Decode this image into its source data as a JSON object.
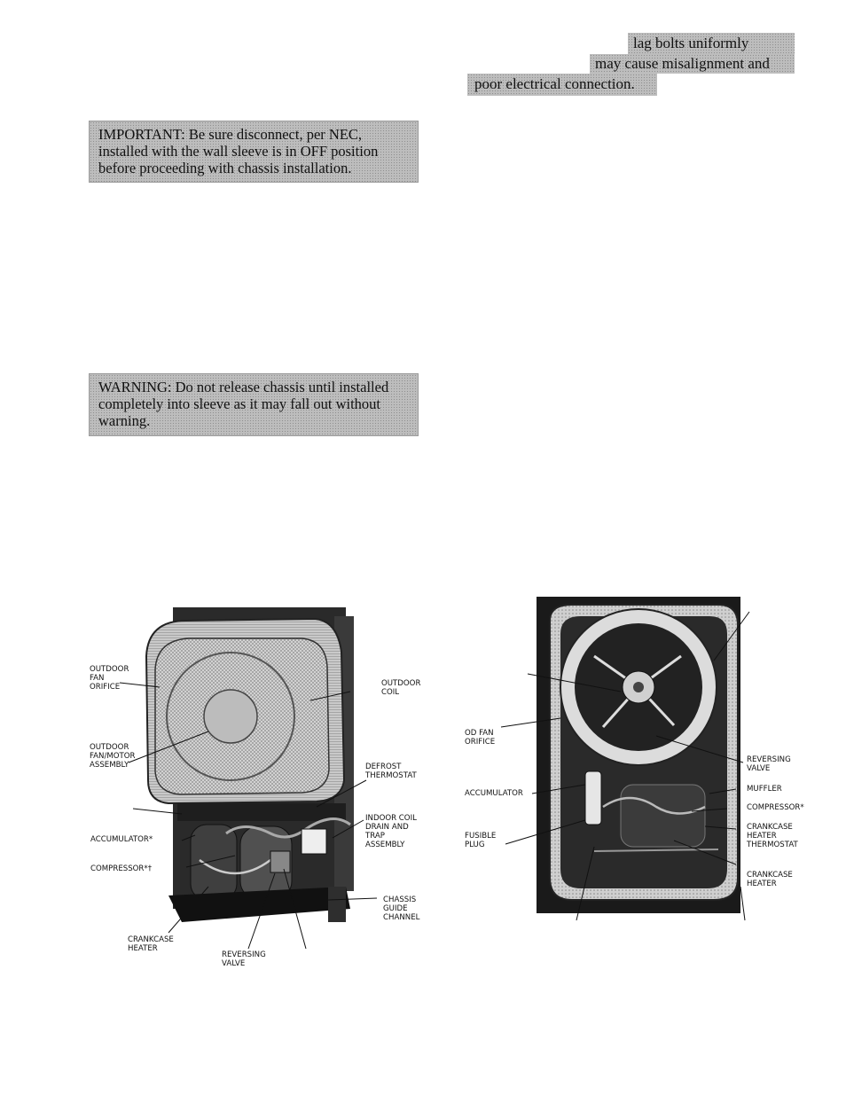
{
  "top_right_note": {
    "line1": "lag bolts uniformly",
    "line2": "may cause misalignment and",
    "line3": "poor electrical connection."
  },
  "important_box": {
    "text": "IMPORTANT: Be sure disconnect, per NEC, installed with the wall sleeve is in OFF position before proceeding with chassis installation."
  },
  "warning_box": {
    "text": "WARNING: Do not release chassis until installed completely into sleeve as it may fall out without warning."
  },
  "figure_left": {
    "labels": {
      "outdoor_fan_orifice": "OUTDOOR\nFAN\nORIFICE",
      "outdoor_coil": "OUTDOOR\nCOIL",
      "outdoor_fan_motor": "OUTDOOR\nFAN/MOTOR\nASSEMBLY",
      "defrost_thermostat": "DEFROST\nTHERMOSTAT",
      "indoor_coil_drain": "INDOOR COIL\nDRAIN AND\nTRAP\nASSEMBLY",
      "accumulator": "ACCUMULATOR*",
      "compressor": "COMPRESSOR*†",
      "chassis_guide": "CHASSIS\nGUIDE\nCHANNEL",
      "crankcase_heater": "CRANKCASE\nHEATER",
      "reversing_valve": "REVERSING\nVALVE"
    }
  },
  "figure_right": {
    "labels": {
      "od_fan_orifice": "OD FAN\nORIFICE",
      "reversing_valve": "REVERSING\nVALVE",
      "accumulator": "ACCUMULATOR",
      "muffler": "MUFFLER",
      "compressor": "COMPRESSOR*",
      "fusible_plug": "FUSIBLE\nPLUG",
      "crankcase_heater_thermostat": "CRANKCASE\nHEATER\nTHERMOSTAT",
      "crankcase_heater": "CRANKCASE\nHEATER"
    }
  }
}
